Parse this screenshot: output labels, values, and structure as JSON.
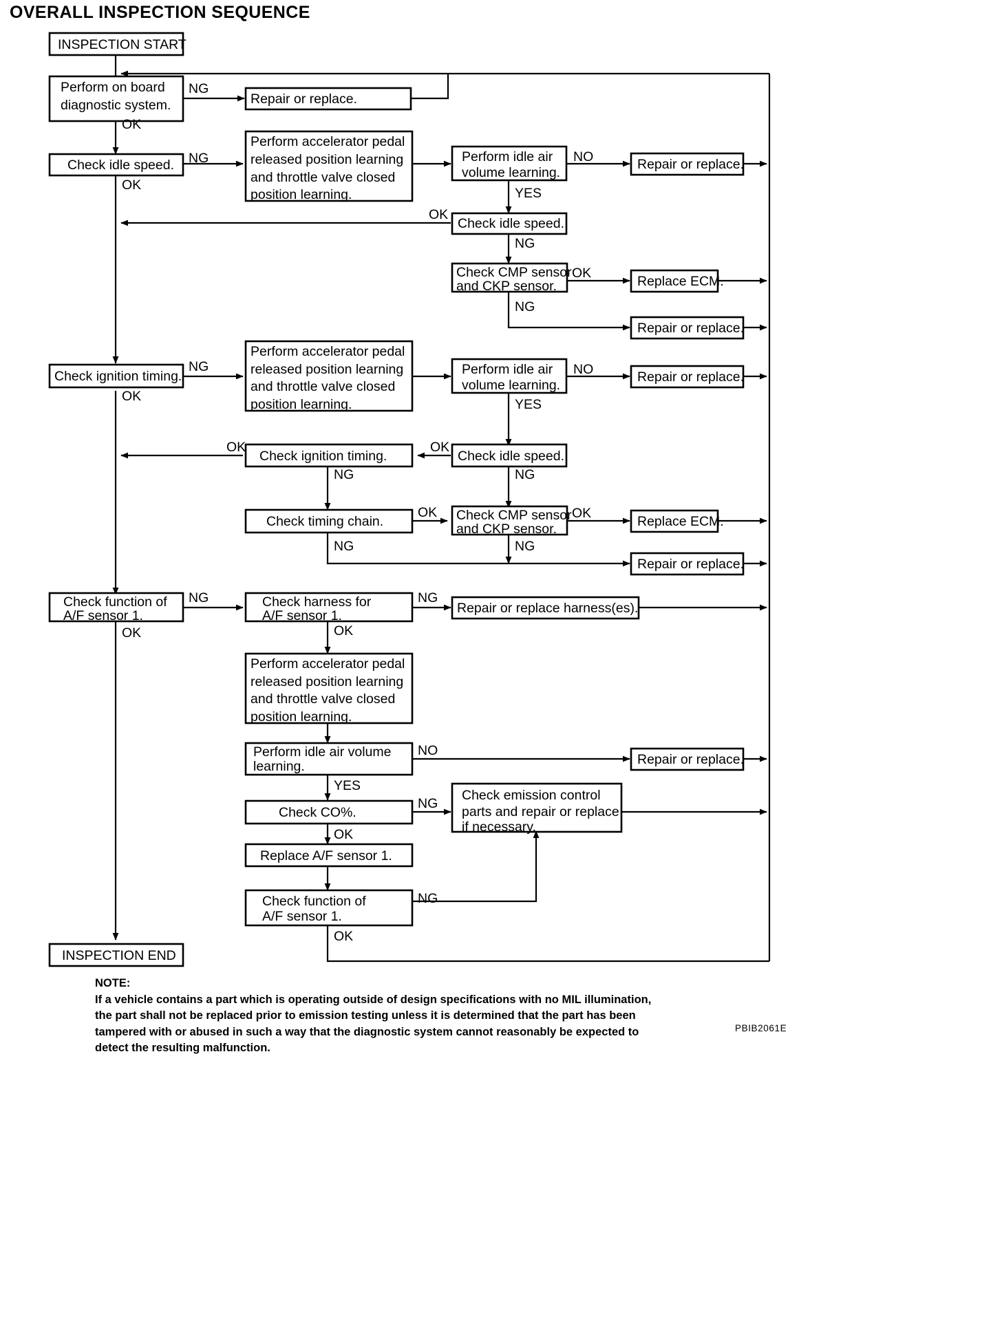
{
  "title": "OVERALL INSPECTION SEQUENCE",
  "figure_code": "PBIB2061E",
  "chart_data": {
    "type": "diagram",
    "diagram_kind": "flowchart",
    "title": "OVERALL INSPECTION SEQUENCE",
    "nodes": [
      {
        "id": "n1",
        "label": "INSPECTION START"
      },
      {
        "id": "n2",
        "label": "Perform on board\ndiagnostic system."
      },
      {
        "id": "n3",
        "label": "Repair or replace."
      },
      {
        "id": "n4",
        "label": "Check idle speed."
      },
      {
        "id": "n5",
        "label": "Perform accelerator pedal\nreleased position learning\nand throttle valve closed\nposition learning."
      },
      {
        "id": "n6",
        "label": "Perform idle air\nvolume learning."
      },
      {
        "id": "n7",
        "label": "Repair or replace."
      },
      {
        "id": "n8",
        "label": "Check idle speed."
      },
      {
        "id": "n9",
        "label": "Check CMP sensor\nand CKP sensor."
      },
      {
        "id": "n10",
        "label": "Replace ECM."
      },
      {
        "id": "n11",
        "label": "Repair or replace."
      },
      {
        "id": "n12",
        "label": "Check ignition timing."
      },
      {
        "id": "n13",
        "label": "Perform accelerator pedal\nreleased position learning\nand throttle valve closed\nposition learning."
      },
      {
        "id": "n14",
        "label": "Perform idle air\nvolume learning."
      },
      {
        "id": "n15",
        "label": "Repair or replace."
      },
      {
        "id": "n16",
        "label": "Check ignition timing."
      },
      {
        "id": "n17",
        "label": "Check idle speed."
      },
      {
        "id": "n18",
        "label": "Check timing chain."
      },
      {
        "id": "n19",
        "label": "Check CMP sensor\nand CKP sensor."
      },
      {
        "id": "n20",
        "label": "Replace ECM."
      },
      {
        "id": "n21",
        "label": "Repair or replace."
      },
      {
        "id": "n22",
        "label": "Check function of\nA/F sensor 1."
      },
      {
        "id": "n23",
        "label": "Check harness for\nA/F sensor 1."
      },
      {
        "id": "n24",
        "label": "Repair or replace harness(es)."
      },
      {
        "id": "n25",
        "label": "Perform accelerator pedal\nreleased position learning\nand throttle valve closed\nposition learning."
      },
      {
        "id": "n26",
        "label": "Perform idle air volume\nlearning."
      },
      {
        "id": "n27",
        "label": "Repair or replace."
      },
      {
        "id": "n28",
        "label": "Check CO%."
      },
      {
        "id": "n29",
        "label": "Check emission control\nparts and repair or replace\nif necessary."
      },
      {
        "id": "n30",
        "label": "Replace A/F sensor 1."
      },
      {
        "id": "n31",
        "label": "Check function of\nA/F sensor 1."
      },
      {
        "id": "n32",
        "label": "INSPECTION END"
      }
    ],
    "edge_labels": [
      "NG",
      "OK",
      "NO",
      "YES"
    ],
    "edges": [
      {
        "from": "n1",
        "to": "n2",
        "label": ""
      },
      {
        "from": "n2",
        "to": "n3",
        "label": "NG"
      },
      {
        "from": "n2",
        "to": "n4",
        "label": "OK"
      },
      {
        "from": "n4",
        "to": "n5",
        "label": "NG"
      },
      {
        "from": "n4",
        "to": "n12",
        "label": "OK"
      },
      {
        "from": "n5",
        "to": "n6",
        "label": ""
      },
      {
        "from": "n6",
        "to": "n7",
        "label": "NO"
      },
      {
        "from": "n6",
        "to": "n8",
        "label": "YES"
      },
      {
        "from": "n8",
        "to": "n12",
        "label": "OK"
      },
      {
        "from": "n8",
        "to": "n9",
        "label": "NG"
      },
      {
        "from": "n9",
        "to": "n10",
        "label": "OK"
      },
      {
        "from": "n9",
        "to": "n11",
        "label": "NG"
      },
      {
        "from": "n12",
        "to": "n13",
        "label": "NG"
      },
      {
        "from": "n12",
        "to": "n22",
        "label": "OK"
      },
      {
        "from": "n13",
        "to": "n14",
        "label": ""
      },
      {
        "from": "n14",
        "to": "n15",
        "label": "NO"
      },
      {
        "from": "n14",
        "to": "n17",
        "label": "YES"
      },
      {
        "from": "n17",
        "to": "n16",
        "label": "OK"
      },
      {
        "from": "n17",
        "to": "n19",
        "label": "NG"
      },
      {
        "from": "n16",
        "to": "n22",
        "label": "OK"
      },
      {
        "from": "n16",
        "to": "n18",
        "label": "NG"
      },
      {
        "from": "n18",
        "to": "n19",
        "label": "OK"
      },
      {
        "from": "n18",
        "to": "n21",
        "label": "NG"
      },
      {
        "from": "n19",
        "to": "n20",
        "label": "OK"
      },
      {
        "from": "n19",
        "to": "n21",
        "label": "NG"
      },
      {
        "from": "n22",
        "to": "n23",
        "label": "NG"
      },
      {
        "from": "n22",
        "to": "n32",
        "label": "OK"
      },
      {
        "from": "n23",
        "to": "n24",
        "label": "NG"
      },
      {
        "from": "n23",
        "to": "n25",
        "label": "OK"
      },
      {
        "from": "n25",
        "to": "n26",
        "label": ""
      },
      {
        "from": "n26",
        "to": "n27",
        "label": "NO"
      },
      {
        "from": "n26",
        "to": "n28",
        "label": "YES"
      },
      {
        "from": "n28",
        "to": "n29",
        "label": "NG"
      },
      {
        "from": "n28",
        "to": "n30",
        "label": "OK"
      },
      {
        "from": "n30",
        "to": "n31",
        "label": ""
      },
      {
        "from": "n31",
        "to": "n29",
        "label": "NG"
      },
      {
        "from": "n31",
        "to": "n2",
        "label": "OK"
      }
    ]
  },
  "boxes": {
    "inspection_start": "INSPECTION START",
    "perform_obd": "Perform on board\ndiagnostic system.",
    "repair_replace_1": "Repair or replace.",
    "check_idle_speed_1": "Check idle speed.",
    "learn_pedal_1_l1": "Perform accelerator pedal",
    "learn_pedal_1_l2": "released position learning",
    "learn_pedal_1_l3": "and throttle valve closed",
    "learn_pedal_1_l4": "position learning.",
    "idle_air_1_l1": "Perform idle air",
    "idle_air_1_l2": "volume learning.",
    "repair_replace_2": "Repair or replace.",
    "check_idle_speed_2": "Check idle speed.",
    "cmp_ckp_1_l1": "Check CMP sensor",
    "cmp_ckp_1_l2": "and CKP sensor.",
    "replace_ecm_1": "Replace ECM.",
    "repair_replace_3": "Repair or replace.",
    "check_ign_timing_1": "Check ignition timing.",
    "learn_pedal_2_l1": "Perform accelerator pedal",
    "learn_pedal_2_l2": "released position learning",
    "learn_pedal_2_l3": "and throttle valve closed",
    "learn_pedal_2_l4": "position learning.",
    "idle_air_2_l1": "Perform idle air",
    "idle_air_2_l2": "volume learning.",
    "repair_replace_4": "Repair or replace.",
    "check_ign_timing_2": "Check ignition timing.",
    "check_idle_speed_3": "Check idle speed.",
    "check_timing_chain": "Check timing chain.",
    "cmp_ckp_2_l1": "Check CMP sensor",
    "cmp_ckp_2_l2": "and CKP sensor.",
    "replace_ecm_2": "Replace ECM.",
    "repair_replace_5": "Repair or replace.",
    "af_func_1_l1": "Check function of",
    "af_func_1_l2": "A/F sensor 1.",
    "af_harness_l1": "Check harness for",
    "af_harness_l2": "A/F sensor 1.",
    "repair_harness": "Repair or replace harness(es).",
    "learn_pedal_3_l1": "Perform accelerator pedal",
    "learn_pedal_3_l2": "released position learning",
    "learn_pedal_3_l3": "and throttle valve closed",
    "learn_pedal_3_l4": "position learning.",
    "idle_air_3_l1": "Perform idle air volume",
    "idle_air_3_l2": "learning.",
    "repair_replace_6": "Repair or replace.",
    "check_co": "Check CO%.",
    "emission_l1": "Check emission control",
    "emission_l2": "parts and repair or replace",
    "emission_l3": "if necessary.",
    "replace_af": "Replace A/F sensor 1.",
    "af_func_2_l1": "Check function of",
    "af_func_2_l2": "A/F sensor 1.",
    "inspection_end": "INSPECTION END"
  },
  "labels": {
    "ng_1": "NG",
    "ok_1": "OK",
    "ng_2": "NG",
    "ok_2": "OK",
    "no_1": "NO",
    "yes_1": "YES",
    "ok_3": "OK",
    "ng_3": "NG",
    "ok_4": "OK",
    "ng_4": "NG",
    "ng_5": "NG",
    "ok_5": "OK",
    "no_2": "NO",
    "yes_2": "YES",
    "ok_6": "OK",
    "ok_7": "OK",
    "ng_6": "NG",
    "ng_7": "NG",
    "ok_8": "OK",
    "ng_8": "NG",
    "ok_9": "OK",
    "ng_9": "NG",
    "ng_10": "NG",
    "ok_10": "OK",
    "ng_11": "NG",
    "ok_11": "OK",
    "no_3": "NO",
    "yes_3": "YES",
    "ng_12": "NG",
    "ok_12": "OK",
    "ng_13": "NG",
    "ok_13": "OK"
  },
  "note": {
    "heading": "NOTE:",
    "line1": "If a vehicle contains a part which is operating outside of design specifications with no MIL illumination,",
    "line2": "the part shall not be replaced prior to emission testing unless it is determined that the part has been",
    "line3": "tampered with or abused in such a way that the diagnostic system cannot reasonably be expected to",
    "line4": "detect the resulting malfunction."
  }
}
